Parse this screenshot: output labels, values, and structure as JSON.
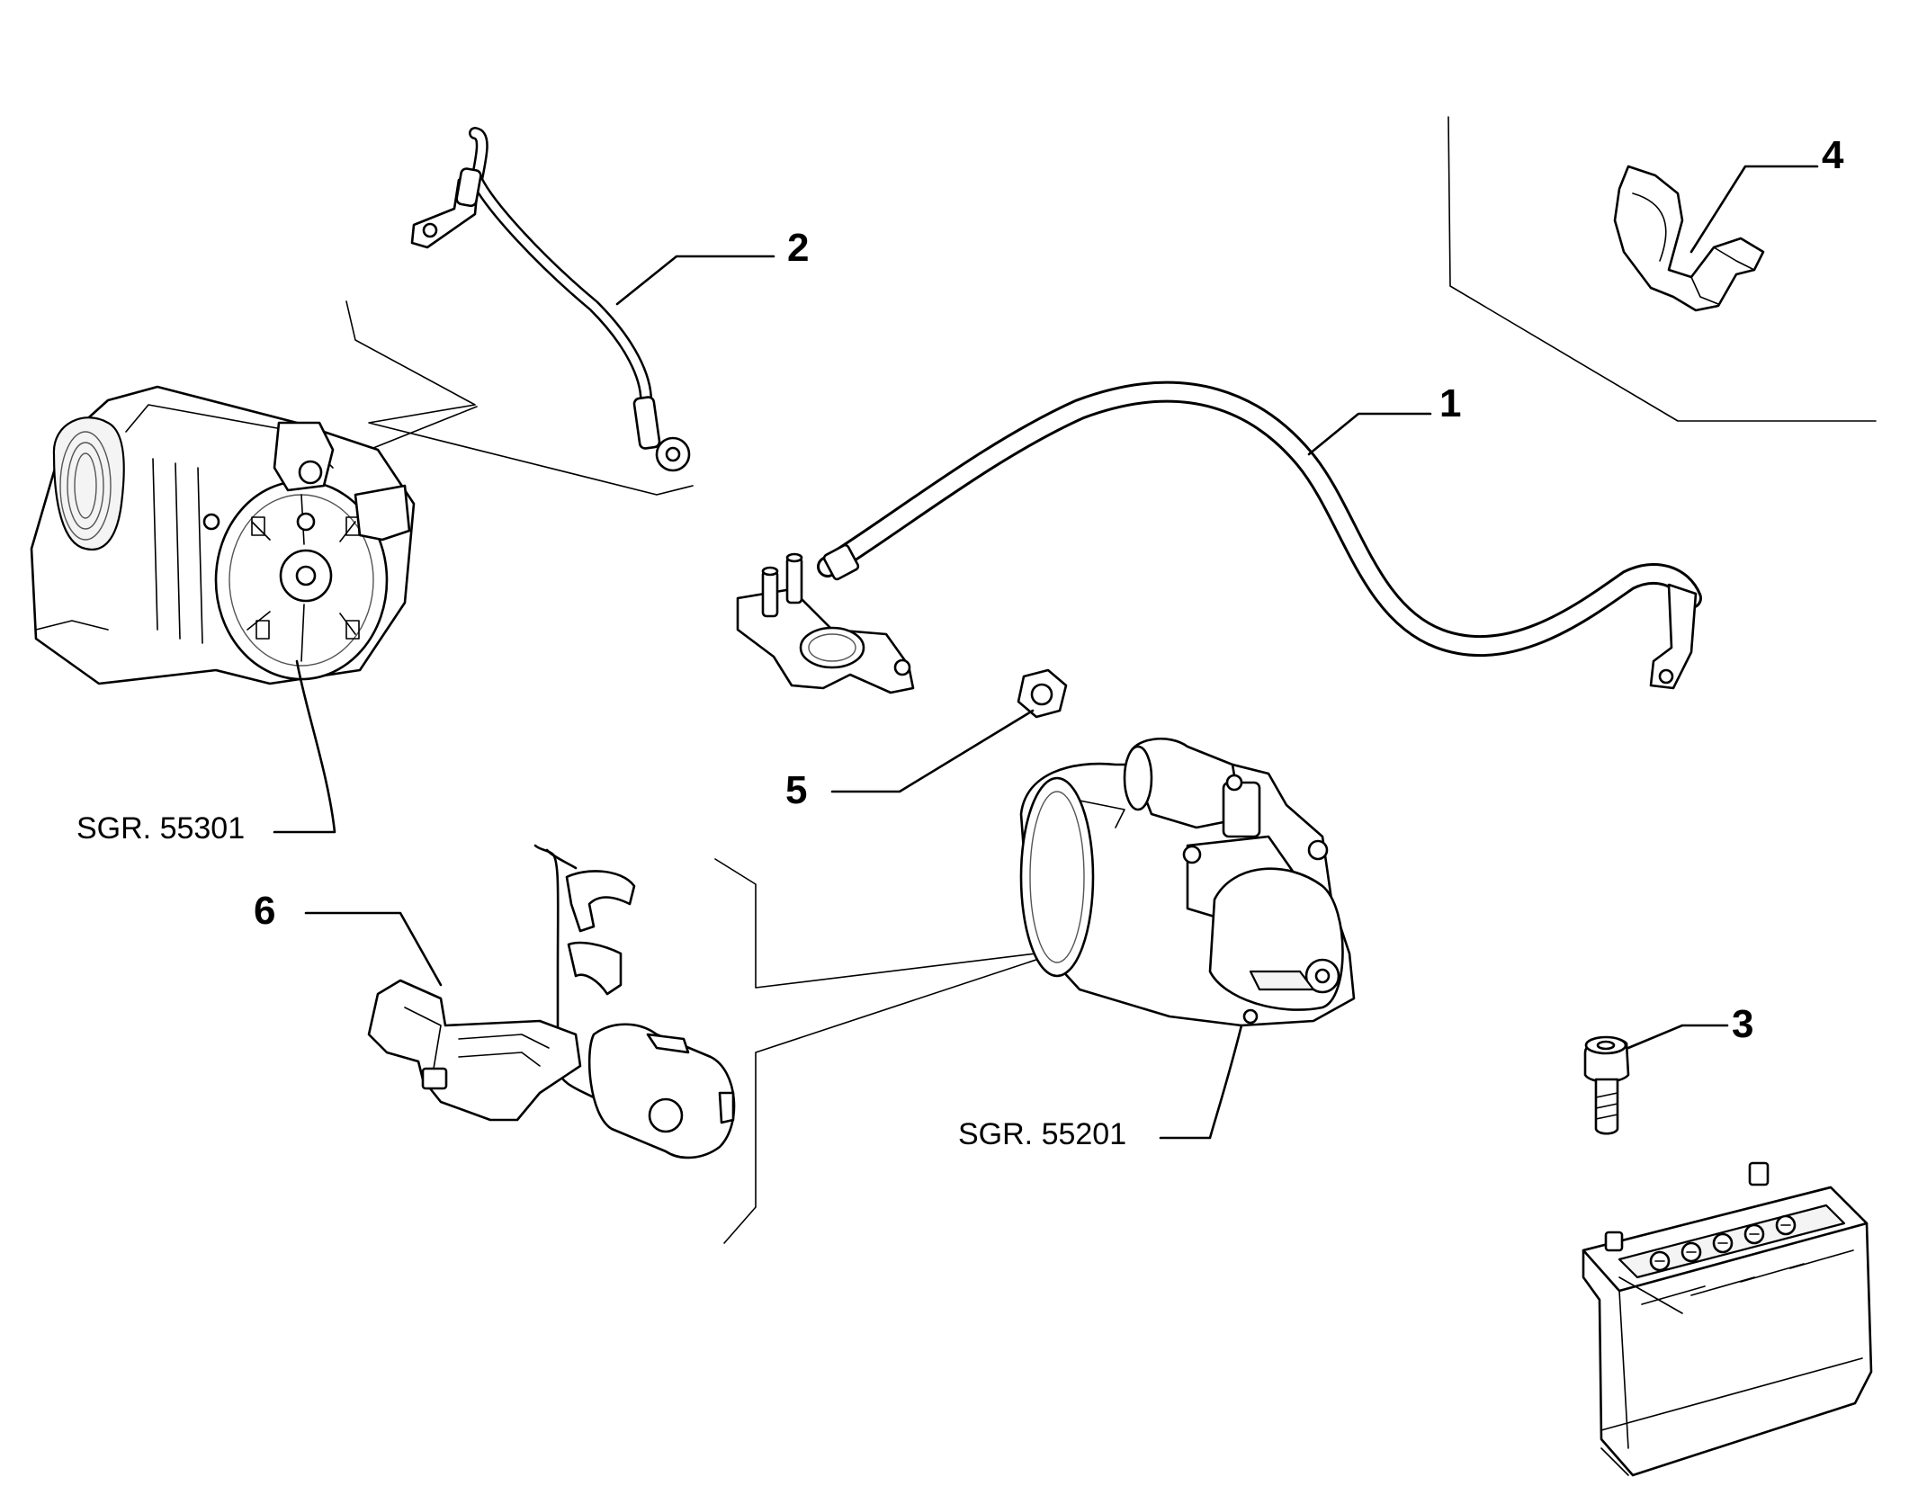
{
  "callouts": {
    "c1": "1",
    "c2": "2",
    "c3": "3",
    "c4": "4",
    "c5": "5",
    "c6": "6"
  },
  "references": {
    "alternator": "SGR. 55301",
    "starter": "SGR. 55201"
  }
}
